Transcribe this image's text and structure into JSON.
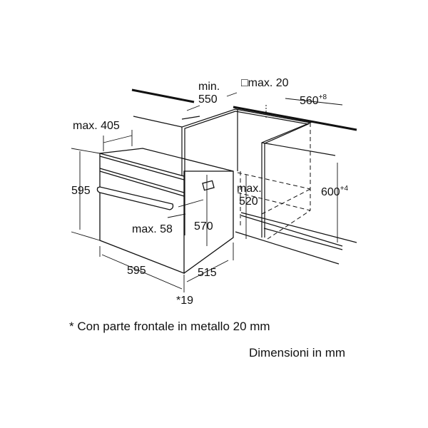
{
  "dimensions": {
    "niche_depth_label": "min.",
    "niche_depth_value": "550",
    "gap_label": "□max. 20",
    "niche_width_value": "560",
    "niche_width_tol": "+8",
    "panel_depth": "max. 405",
    "oven_height": "595",
    "opening_label": "max.",
    "opening_value": "520",
    "niche_height_value": "600",
    "niche_height_tol": "+4",
    "handle_depth": "max. 58",
    "body_height": "570",
    "oven_width": "595",
    "body_depth": "515",
    "front_note": "*19"
  },
  "footnote": "* Con parte frontale in metallo 20 mm",
  "units_note": "Dimensioni in mm"
}
